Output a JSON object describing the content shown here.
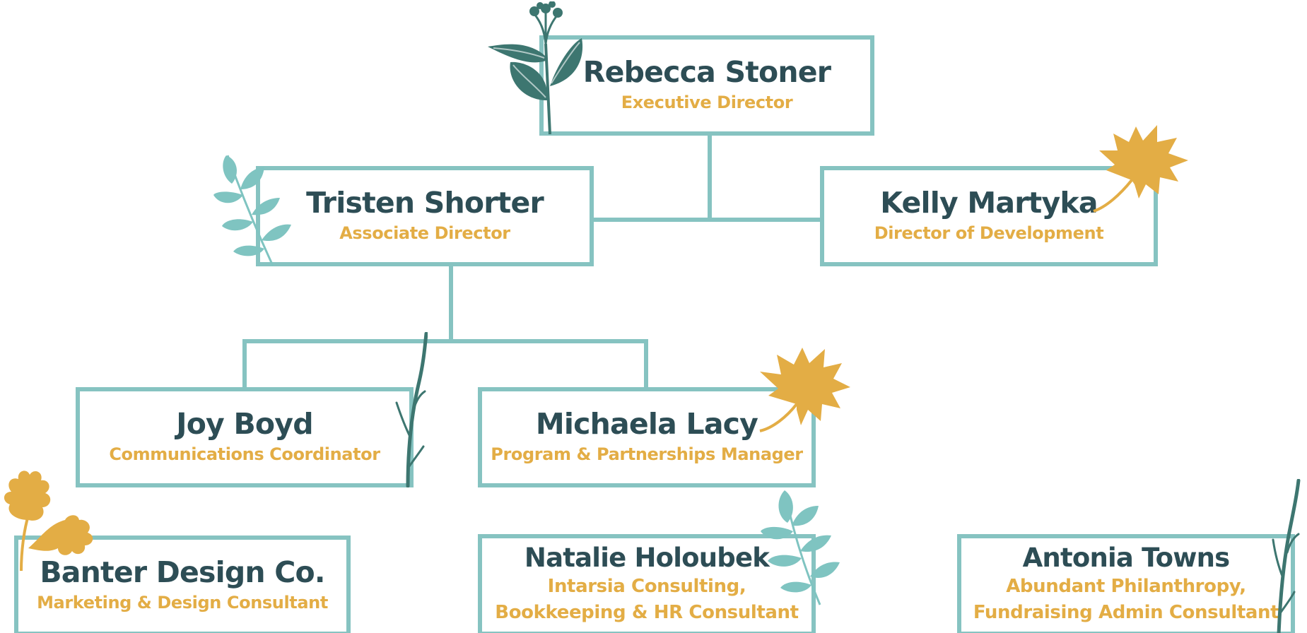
{
  "nodes": {
    "rebecca": {
      "name": "Rebecca Stoner",
      "role": "Executive Director"
    },
    "tristen": {
      "name": "Tristen Shorter",
      "role": "Associate Director"
    },
    "kelly": {
      "name": "Kelly Martyka",
      "role": "Director of Development"
    },
    "joy": {
      "name": "Joy Boyd",
      "role": "Communications Coordinator"
    },
    "michaela": {
      "name": "Michaela Lacy",
      "role": "Program & Partnerships Manager"
    },
    "banter": {
      "name": "Banter Design Co.",
      "role": "Marketing & Design Consultant"
    },
    "natalie": {
      "name": "Natalie Holoubek",
      "role_line1": "Intarsia Consulting,",
      "role_line2": "Bookkeeping & HR Consultant"
    },
    "antonia": {
      "name": "Antonia Towns",
      "role_line1": "Abundant Philanthropy,",
      "role_line2": "Fundraising Admin Consultant"
    }
  },
  "colors": {
    "box_border": "#86c3c1",
    "name_text": "#2d4d55",
    "role_text": "#e3ad45",
    "leaf_dark": "#3d7670",
    "leaf_light": "#7fc4c1",
    "leaf_gold": "#e3ad45"
  },
  "decorations": [
    "flower-sprig-icon",
    "fern-leaf-icon",
    "maple-leaf-icon",
    "oak-leaf-icon",
    "twig-icon"
  ]
}
